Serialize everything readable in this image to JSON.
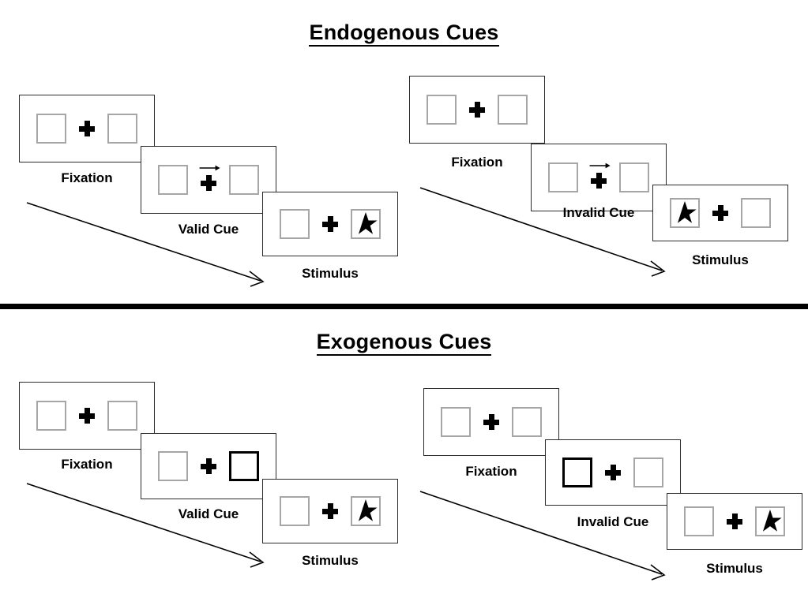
{
  "sections": [
    {
      "id": "endogenous",
      "title": "Endogenous Cues",
      "cue_type": "arrow",
      "sequences": [
        {
          "id": "endogenous-valid",
          "frames": [
            {
              "label": "Fixation",
              "left": "empty",
              "right": "empty",
              "cue": "none",
              "icon": "fixation-cross"
            },
            {
              "label": "Valid Cue",
              "left": "empty",
              "right": "empty",
              "cue": "arrow-right",
              "icon": "arrow-right-cue-icon"
            },
            {
              "label": "Stimulus",
              "left": "empty",
              "right": "star",
              "cue": "none",
              "icon": "star-target-icon"
            }
          ]
        },
        {
          "id": "endogenous-invalid",
          "frames": [
            {
              "label": "Fixation",
              "left": "empty",
              "right": "empty",
              "cue": "none",
              "icon": "fixation-cross"
            },
            {
              "label": "Invalid Cue",
              "left": "empty",
              "right": "empty",
              "cue": "arrow-right",
              "icon": "arrow-right-cue-icon"
            },
            {
              "label": "Stimulus",
              "left": "star",
              "right": "empty",
              "cue": "none",
              "icon": "star-target-icon"
            }
          ]
        }
      ]
    },
    {
      "id": "exogenous",
      "title": "Exogenous Cues",
      "cue_type": "box-highlight",
      "sequences": [
        {
          "id": "exogenous-valid",
          "frames": [
            {
              "label": "Fixation",
              "left": "empty",
              "right": "empty",
              "cue": "none",
              "icon": "fixation-cross"
            },
            {
              "label": "Valid Cue",
              "left": "empty",
              "right": "cued",
              "cue": "right-box",
              "icon": "highlighted-box-cue-icon"
            },
            {
              "label": "Stimulus",
              "left": "empty",
              "right": "star",
              "cue": "none",
              "icon": "star-target-icon"
            }
          ]
        },
        {
          "id": "exogenous-invalid",
          "frames": [
            {
              "label": "Fixation",
              "left": "empty",
              "right": "empty",
              "cue": "none",
              "icon": "fixation-cross"
            },
            {
              "label": "Invalid Cue",
              "left": "cued",
              "right": "empty",
              "cue": "left-box",
              "icon": "highlighted-box-cue-icon"
            },
            {
              "label": "Stimulus",
              "left": "empty",
              "right": "star",
              "cue": "none",
              "icon": "star-target-icon"
            }
          ]
        }
      ]
    }
  ],
  "colors": {
    "ink": "#000000",
    "frame_border": "#2b2b2b",
    "placeholder_border": "#a6a6a6",
    "cued_border": "#000000",
    "background": "#ffffff"
  },
  "flow_arrows": [
    {
      "name": "time-flow-arrow-endogenous-valid"
    },
    {
      "name": "time-flow-arrow-endogenous-invalid"
    },
    {
      "name": "time-flow-arrow-exogenous-valid"
    },
    {
      "name": "time-flow-arrow-exogenous-invalid"
    }
  ]
}
